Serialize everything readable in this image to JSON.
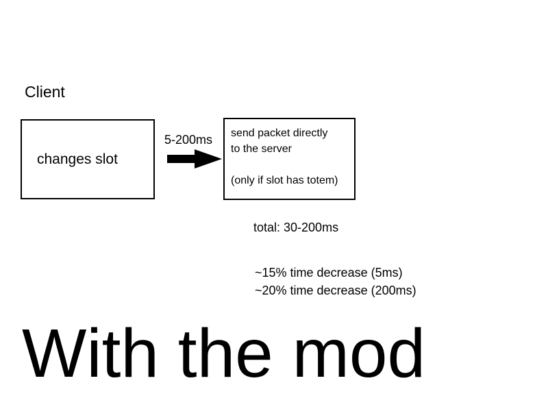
{
  "client": {
    "label": "Client"
  },
  "step1": {
    "text": "changes slot"
  },
  "transition": {
    "label": "5-200ms"
  },
  "step2": {
    "line1": "send packet directly",
    "line2": "to the server",
    "line3": "(only if slot has totem)"
  },
  "summary": {
    "total": "total: 30-200ms",
    "decrease_5ms": "~15% time decrease (5ms)",
    "decrease_200ms": "~20% time decrease (200ms)"
  },
  "title": {
    "text": "With the mod"
  }
}
